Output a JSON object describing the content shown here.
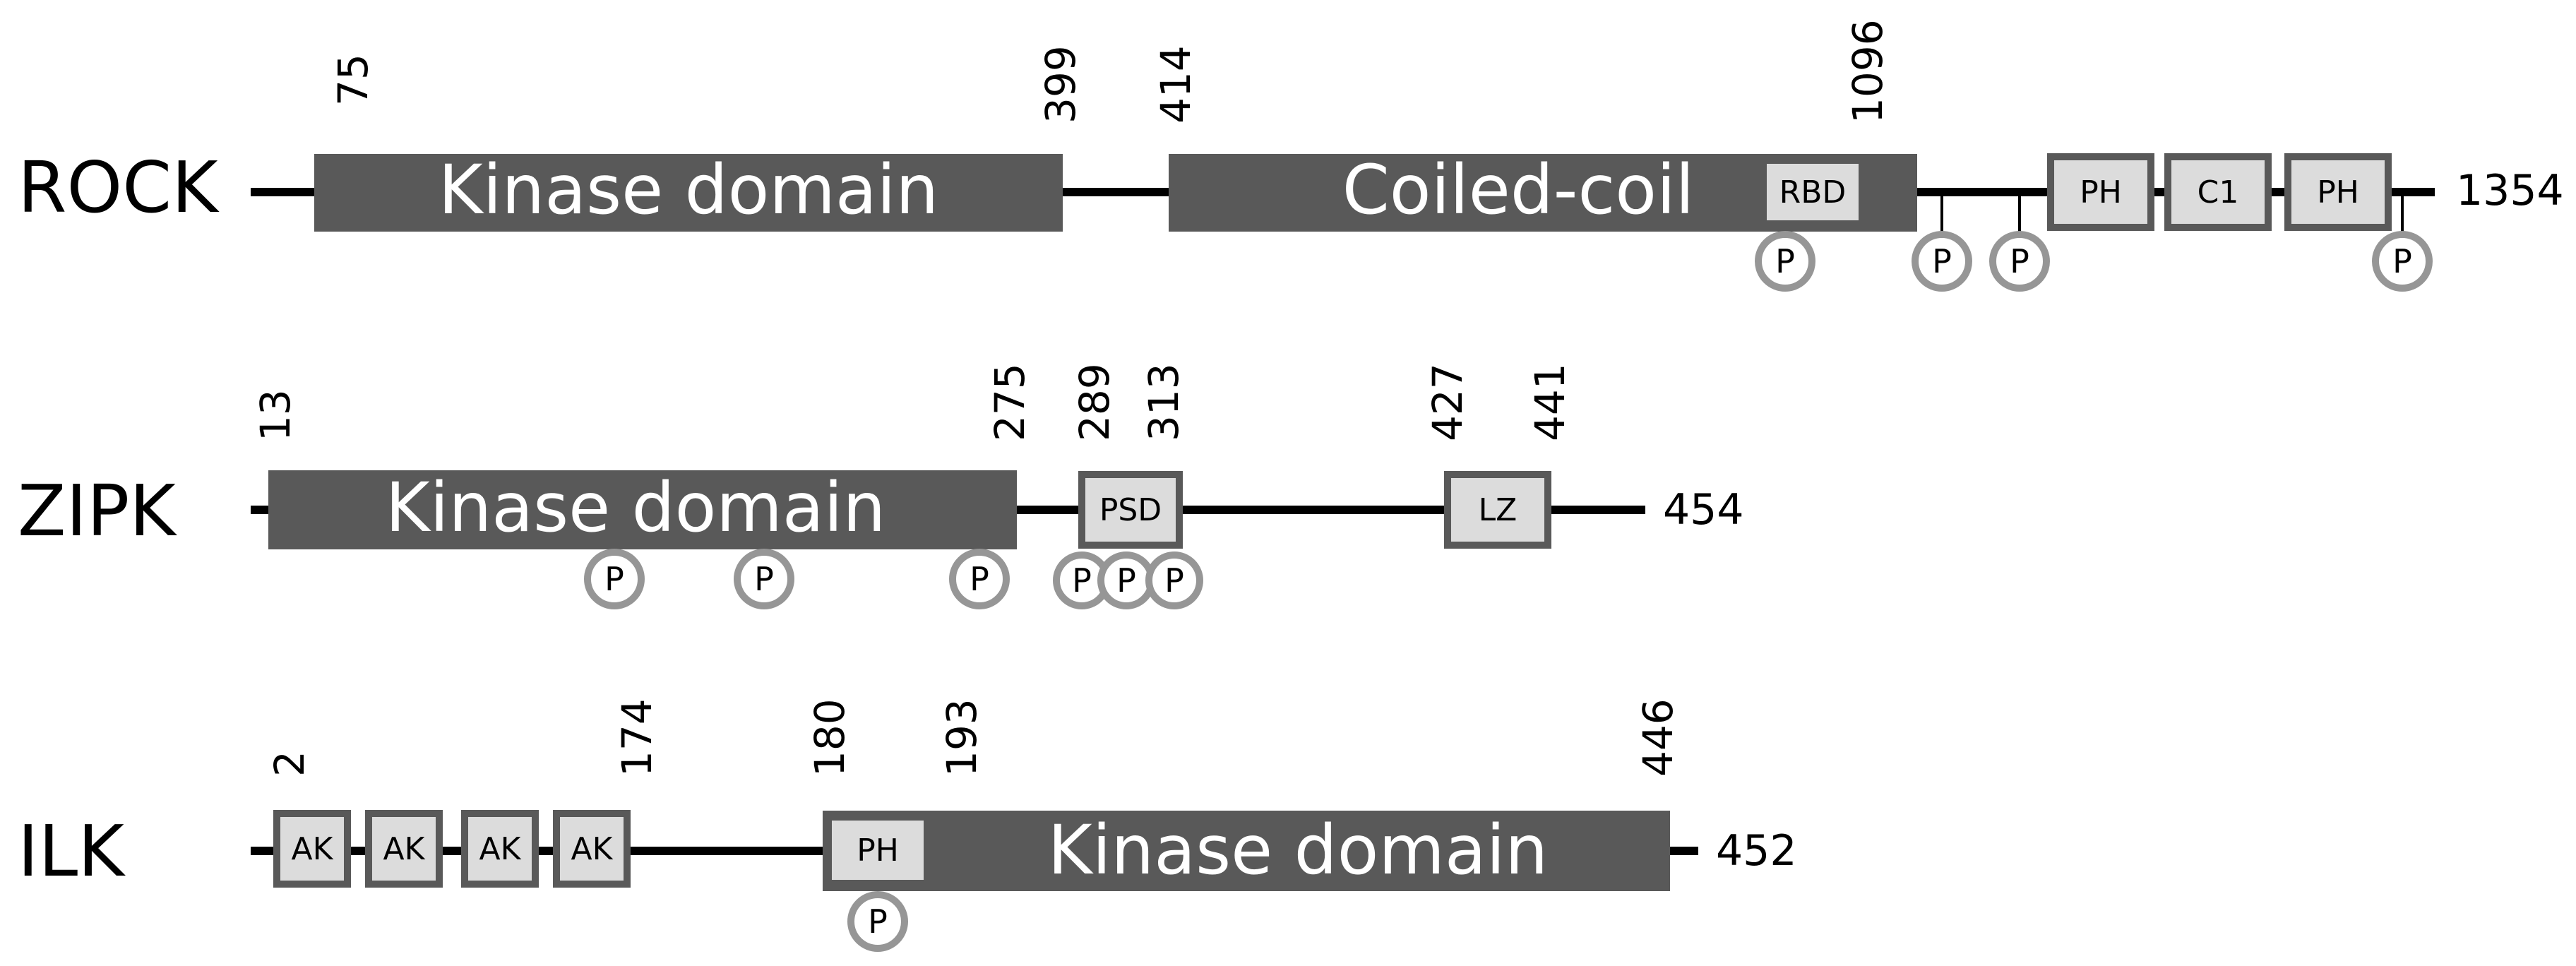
{
  "colors": {
    "line": "#000000",
    "dark_domain": "#595959",
    "light_domain": "#dcdcdc",
    "light_border": "#595959",
    "phospho_ring": "#969696",
    "text_dark": "#000000",
    "text_on_dark": "#ffffff"
  },
  "proteins": [
    {
      "name": "ROCK",
      "length": "1354",
      "positions": [
        "75",
        "399",
        "414",
        "1096"
      ],
      "domains": [
        {
          "label": "Kinase domain",
          "style": "dark"
        },
        {
          "label": "Coiled-coil",
          "style": "dark"
        },
        {
          "label": "RBD",
          "style": "light-inset"
        },
        {
          "label": "PH",
          "style": "light"
        },
        {
          "label": "C1",
          "style": "light"
        },
        {
          "label": "PH",
          "style": "light"
        }
      ],
      "phosphosites": [
        "P",
        "P",
        "P",
        "P"
      ]
    },
    {
      "name": "ZIPK",
      "length": "454",
      "positions": [
        "13",
        "275",
        "289",
        "313",
        "427",
        "441"
      ],
      "domains": [
        {
          "label": "Kinase domain",
          "style": "dark"
        },
        {
          "label": "PSD",
          "style": "light"
        },
        {
          "label": "LZ",
          "style": "light"
        }
      ],
      "phosphosites": [
        "P",
        "P",
        "P",
        "P",
        "P",
        "P"
      ]
    },
    {
      "name": "ILK",
      "length": "452",
      "positions": [
        "2",
        "174",
        "180",
        "193",
        "446"
      ],
      "domains": [
        {
          "label": "AK",
          "style": "light"
        },
        {
          "label": "AK",
          "style": "light"
        },
        {
          "label": "AK",
          "style": "light"
        },
        {
          "label": "AK",
          "style": "light"
        },
        {
          "label": "Kinase domain",
          "style": "dark"
        },
        {
          "label": "PH",
          "style": "light-inset"
        }
      ],
      "phosphosites": [
        "P"
      ]
    }
  ]
}
